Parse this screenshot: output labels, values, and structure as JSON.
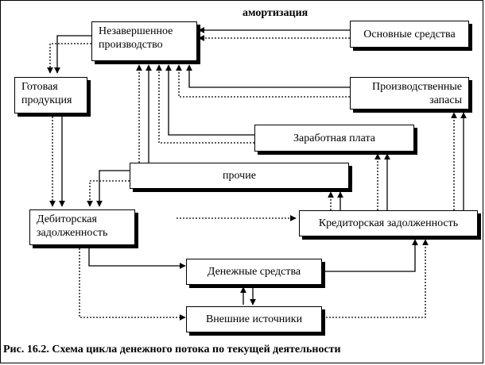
{
  "nodes": {
    "wip": "Незавершенное производство",
    "fixed_assets": "Основные средства",
    "finished_goods": "Готовая продукция",
    "inventories": "Производственные запасы",
    "wages": "Заработная плата",
    "other": "прочие",
    "receivables": "Дебиторская задолженность",
    "payables": "Кредиторская задолженность",
    "cash": "Денежные средства",
    "external": "Внешние источники"
  },
  "edge_labels": {
    "depreciation": "амортизация"
  },
  "caption": "Рис. 16.2. Схема цикла денежного потока по текущей деятельности"
}
